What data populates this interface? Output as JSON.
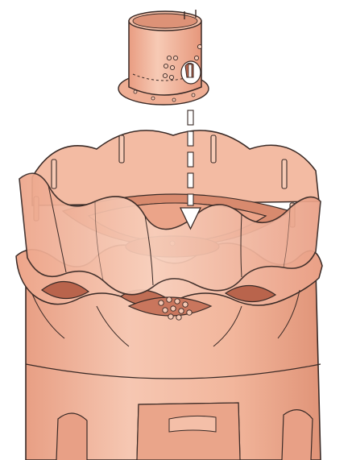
{
  "illustration": {
    "colors": {
      "background": "#ffffff",
      "body": "#f1b59c",
      "body_light": "#f7cdb9",
      "body_shadow": "#d98d70",
      "cavity": "#c9765d",
      "cavity_deep": "#a85a44",
      "outline": "#3a2a26",
      "arrow_fill": "#ffffff"
    },
    "parts": [
      "cup-insert",
      "insertion-arrow",
      "upper-scalloped-tier",
      "lower-scalloped-tier",
      "base-body"
    ]
  }
}
